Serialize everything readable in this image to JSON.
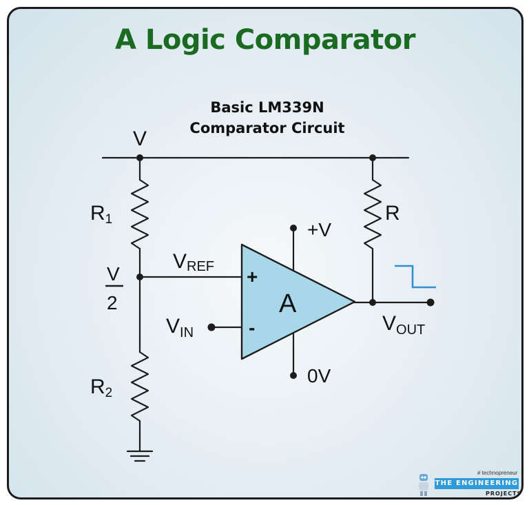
{
  "title": "A Logic Comparator",
  "subtitle_line1": "Basic LM339N",
  "subtitle_line2": "Comparator Circuit",
  "labels": {
    "v_supply": "V",
    "r1_main": "R",
    "r1_sub": "1",
    "r2_main": "R",
    "r2_sub": "2",
    "r": "R",
    "half_num": "V",
    "half_den": "2",
    "vref_main": "V",
    "vref_sub": "REF",
    "vin_main": "V",
    "vin_sub": "IN",
    "vout_main": "V",
    "vout_sub": "OUT",
    "plus_v": "+V",
    "zero_v": "0V",
    "plus_sign": "+",
    "minus_sign": "-",
    "amp": "A"
  },
  "logo": {
    "tagline": "# technopreneur",
    "band": "THE ENGINEERING",
    "sub": "PROJECTS"
  },
  "colors": {
    "title": "#1a6a22",
    "amp_fill": "#a9d7ea",
    "wire": "#1c1c1c",
    "output_wave": "#2f8fd0"
  }
}
